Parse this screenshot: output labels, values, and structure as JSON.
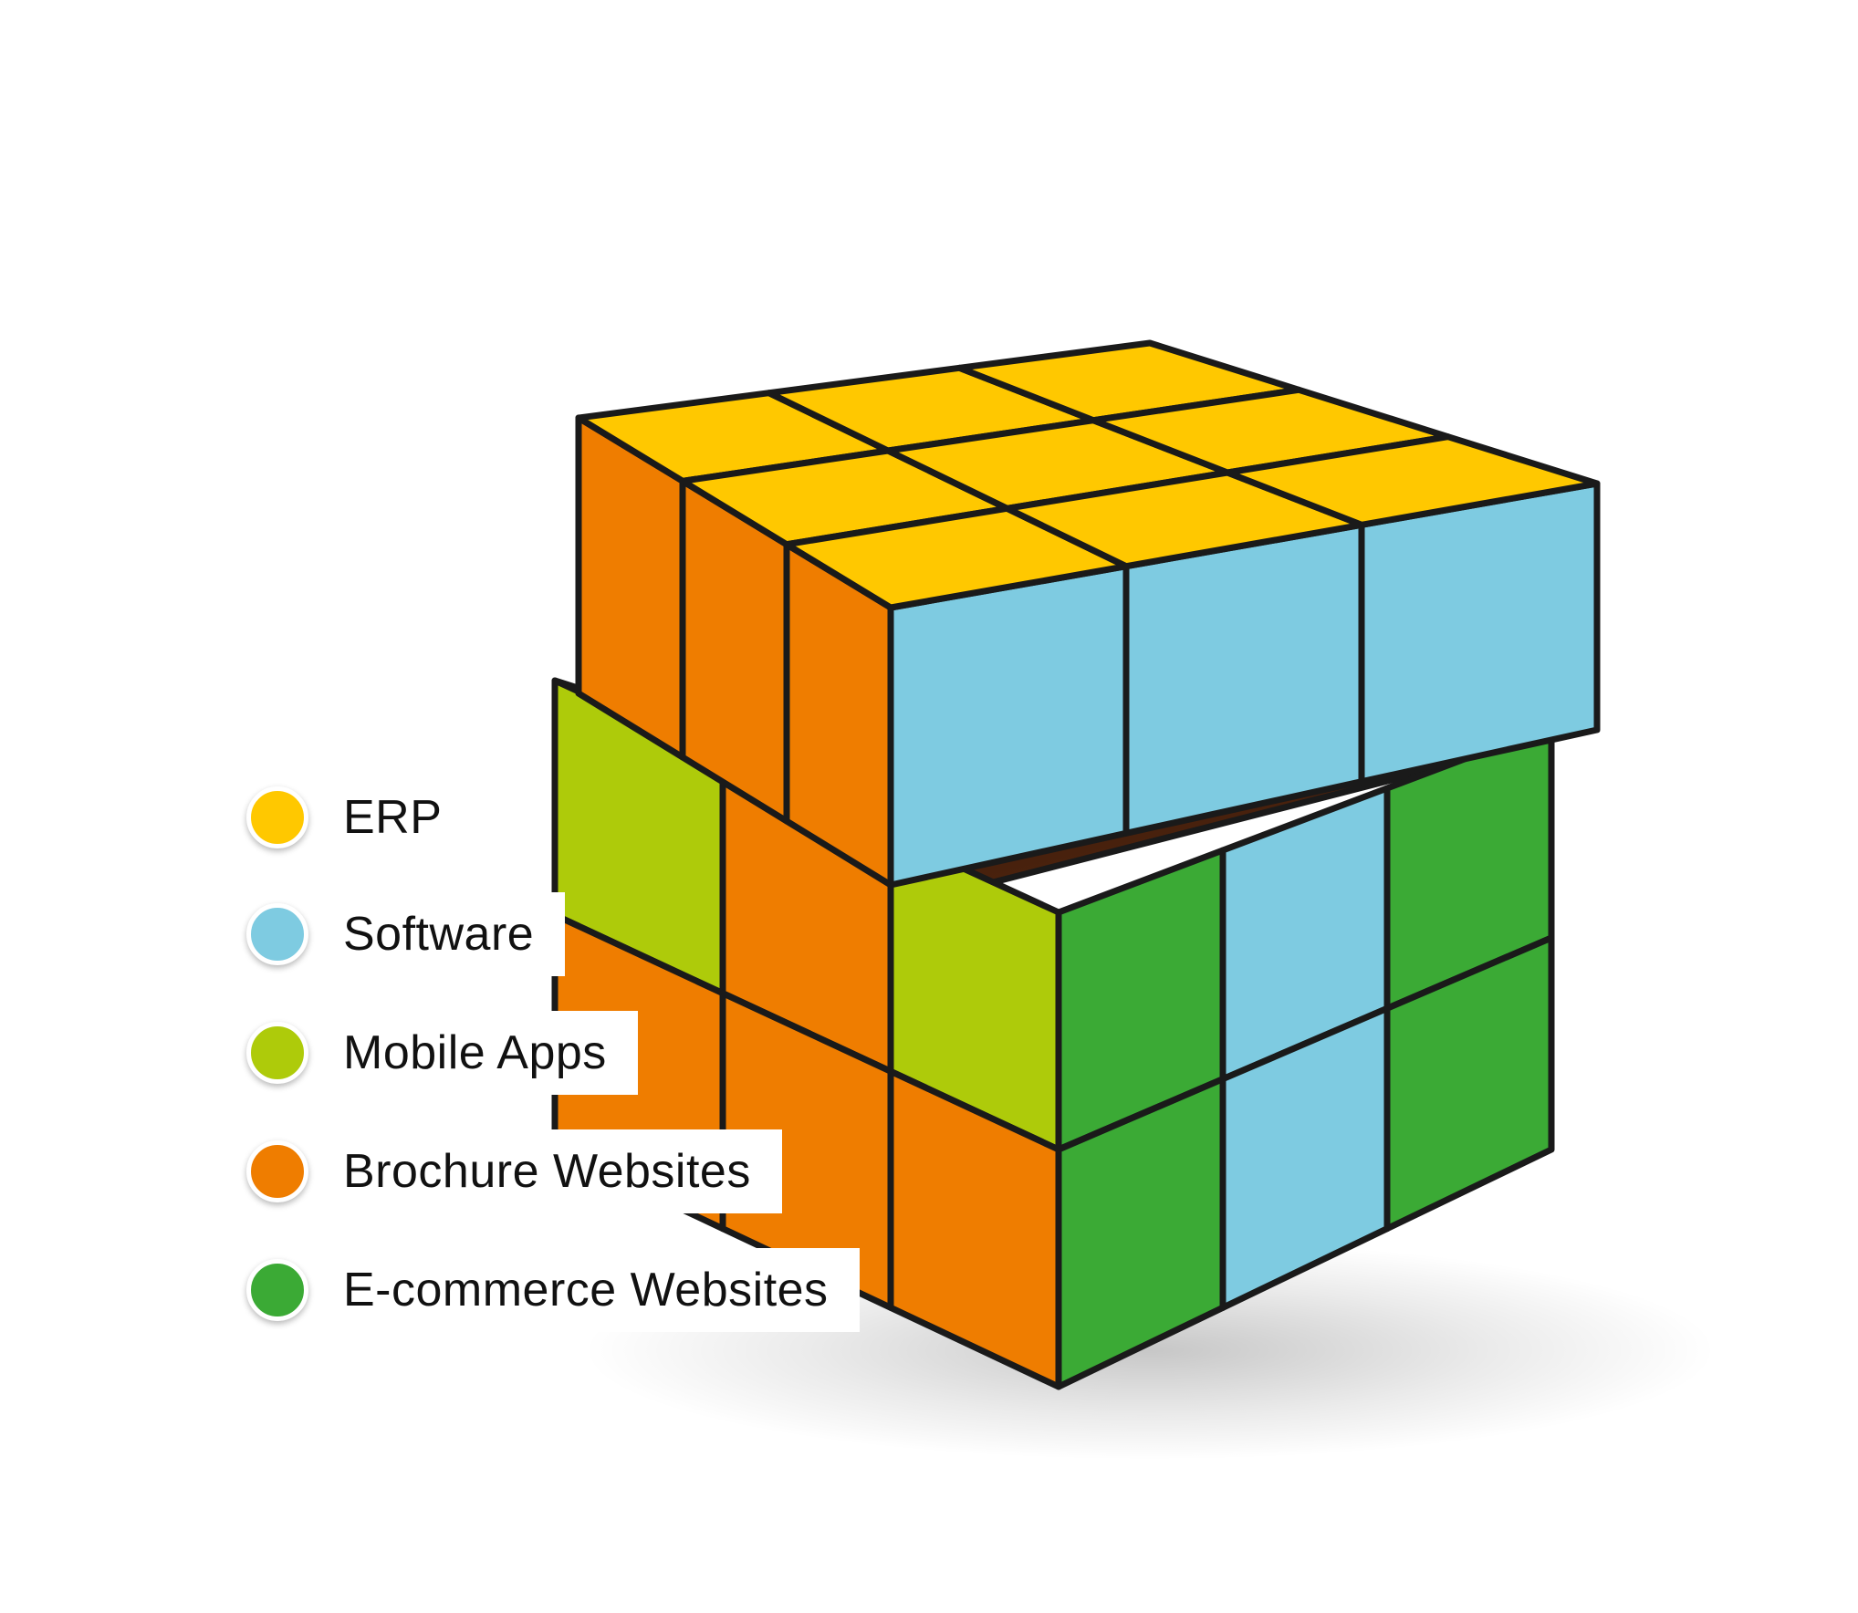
{
  "legend": {
    "items": [
      {
        "label": "ERP",
        "color": "#FFC800"
      },
      {
        "label": "Software",
        "color": "#7ECBE1"
      },
      {
        "label": "Mobile Apps",
        "color": "#AECB0A"
      },
      {
        "label": "Brochure Websites",
        "color": "#EF7D00"
      },
      {
        "label": "E-commerce Websites",
        "color": "#3BAA35"
      }
    ]
  },
  "colors": {
    "yellow": "#FFC800",
    "blue": "#7ECBE1",
    "lime": "#AECB0A",
    "orange": "#EF7D00",
    "green": "#3BAA35",
    "edge": "#1A1A1A"
  }
}
